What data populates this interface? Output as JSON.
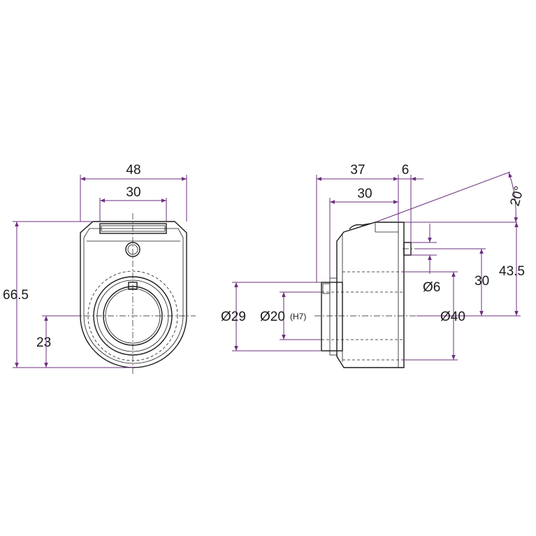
{
  "front_view": {
    "dim_width_overall": "48",
    "dim_width_slot": "30",
    "dim_height_overall": "66.5",
    "dim_center_height": "23"
  },
  "side_view": {
    "dim_length_overall": "37",
    "dim_flange": "6",
    "dim_length_body": "30",
    "dim_angle": "20°",
    "dim_pin_diameter": "Ø6",
    "dim_pin_height": "30",
    "dim_top_height": "43.5",
    "dim_outer_diameter": "Ø40",
    "dim_hub_diameter": "Ø29",
    "dim_bore_diameter": "Ø20",
    "dim_bore_tolerance": "(H7)"
  },
  "colors": {
    "dimension_line": "#6d2f7f",
    "outline": "#1a1a1a"
  }
}
